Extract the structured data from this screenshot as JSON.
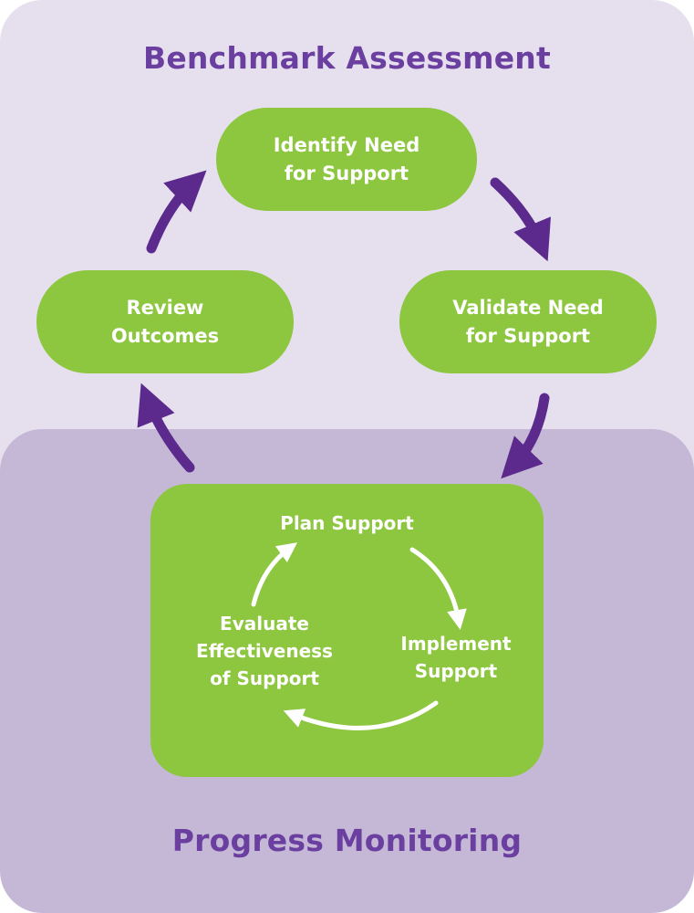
{
  "sections": {
    "top_title": "Benchmark Assessment",
    "bottom_title": "Progress Monitoring"
  },
  "cycle": {
    "identify": [
      "Identify Need",
      "for Support"
    ],
    "validate": [
      "Validate Need",
      "for Support"
    ],
    "review": [
      "Review",
      "Outcomes"
    ]
  },
  "subcycle": {
    "plan": "Plan Support",
    "implement": [
      "Implement",
      "Support"
    ],
    "evaluate": [
      "Evaluate",
      "Effectiveness",
      "of Support"
    ]
  },
  "colors": {
    "green": "#8dc63f",
    "purple": "#6b3fa0",
    "arrow_purple": "#5b2a8c",
    "light_panel": "#e6e0ee",
    "dark_panel": "#c5b8d7"
  }
}
